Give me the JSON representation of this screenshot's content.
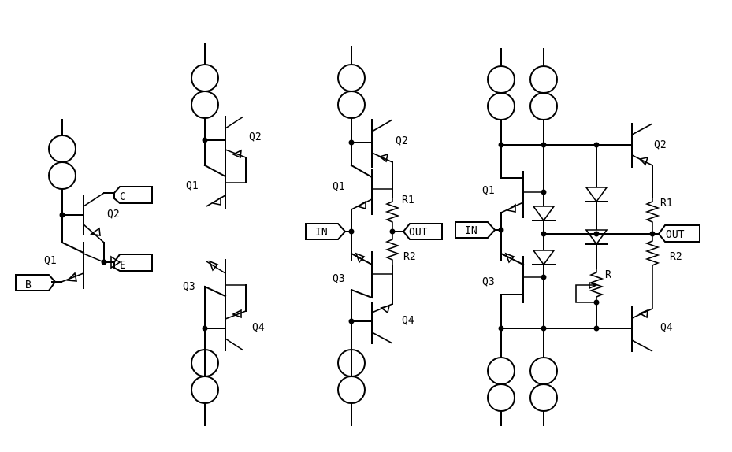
{
  "circuit1": {
    "q1": "Q1",
    "q2": "Q2",
    "base": "B",
    "collector": "C",
    "emitter": "E"
  },
  "circuit2": {
    "q1": "Q1",
    "q2": "Q2",
    "q3": "Q3",
    "q4": "Q4"
  },
  "circuit3": {
    "q1": "Q1",
    "q2": "Q2",
    "q3": "Q3",
    "q4": "Q4",
    "r1": "R1",
    "r2": "R2",
    "input": "IN",
    "output": "OUT"
  },
  "circuit4": {
    "q1": "Q1",
    "q2": "Q2",
    "q3": "Q3",
    "q4": "Q4",
    "r1": "R1",
    "r2": "R2",
    "r": "R",
    "input": "IN",
    "output": "OUT"
  }
}
